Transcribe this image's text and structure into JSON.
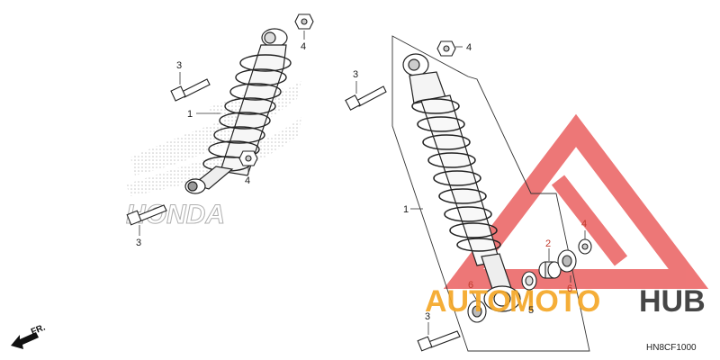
{
  "diagram": {
    "code": "HN8CF1000",
    "direction_label": "FR.",
    "brand_watermark": "HONDA",
    "site_watermark": {
      "part_a": "AUTO",
      "part_b": "MOTO",
      "part_c": "HUB",
      "color_a": "#f5a623",
      "color_b": "#f5a623",
      "color_c": "#333333"
    },
    "triangle_color": "#e84a4a",
    "callouts": {
      "left_shock": "1",
      "left_top_nut": "4",
      "left_top_bolt": "3",
      "left_lower_nut": "4",
      "left_bottom_bolt": "3",
      "right_shock": "1",
      "right_top_nut": "4",
      "right_top_bolt": "3",
      "right_collar": "2",
      "right_side_nut": "4",
      "right_bearing_left": "6",
      "right_bearing_right": "6",
      "right_seal": "5",
      "right_bottom_bolt": "3"
    }
  }
}
